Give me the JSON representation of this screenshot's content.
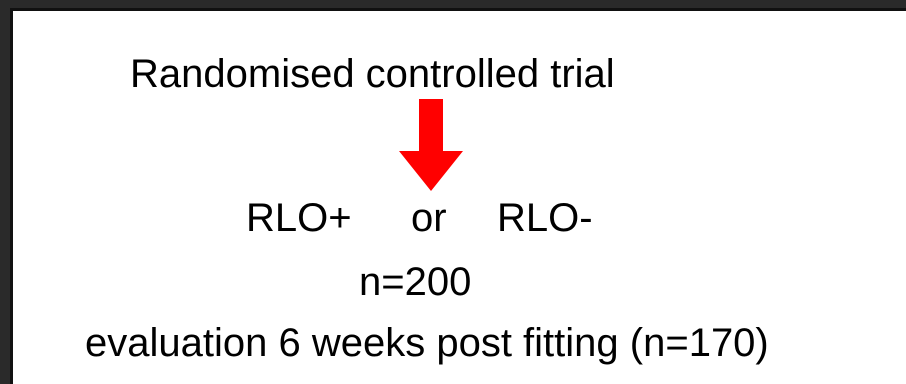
{
  "diagram": {
    "title": "Randomised controlled trial",
    "option_a": "RLO+",
    "connector": "or",
    "option_b": "RLO-",
    "sample_size": "n=200",
    "evaluation": "evaluation 6 weeks post fitting (n=170)",
    "arrow_icon": "down-arrow-icon",
    "arrow_color": "#ff0000",
    "background_color": "#ffffff",
    "frame_color": "#111111"
  }
}
